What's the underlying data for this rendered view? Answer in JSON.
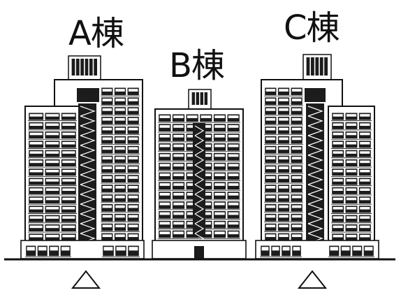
{
  "buildings": [
    {
      "label": "A棟",
      "floors": 14
    },
    {
      "label": "B棟",
      "floors": 13
    },
    {
      "label": "C棟",
      "floors": 14
    }
  ],
  "markers": [
    {
      "symbol": "△"
    },
    {
      "symbol": "△"
    }
  ],
  "colors": {
    "ink": "#111111",
    "window": "#1c1c1c",
    "paper": "#ffffff"
  }
}
